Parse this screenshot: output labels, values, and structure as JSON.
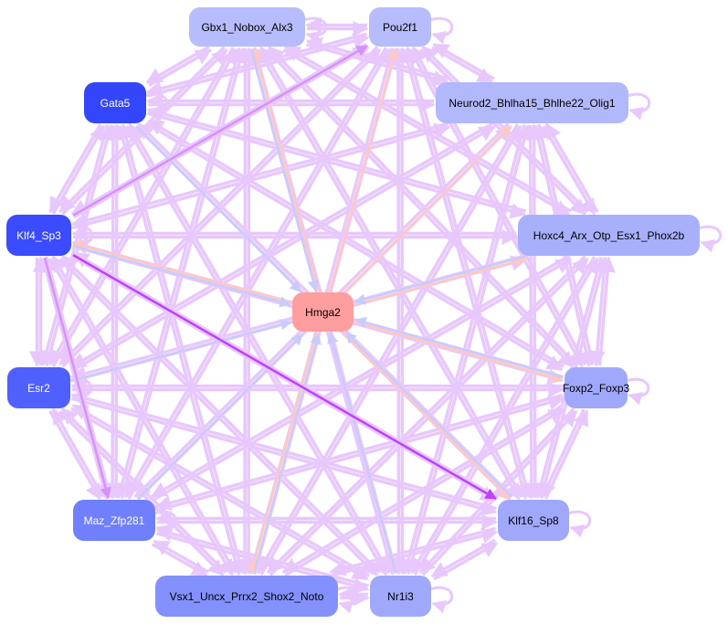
{
  "colors": {
    "background_edge": "#e8c8fc",
    "activating_edge": "#ffc8c0",
    "repressing_edge": "#c8ccfc",
    "strong_edge": "#c040ff",
    "medium_edge": "#d890ff"
  },
  "nodes": [
    {
      "id": "gbx1",
      "label": "Gbx1_Nobox_Alx3",
      "fill": "#b6bcfc",
      "text": "#000000"
    },
    {
      "id": "pou2f1",
      "label": "Pou2f1",
      "fill": "#b6bcfc",
      "text": "#000000"
    },
    {
      "id": "gata5",
      "label": "Gata5",
      "fill": "#3446fc",
      "text": "#ffffff"
    },
    {
      "id": "neurod2",
      "label": "Neurod2_Bhlha15_Bhlhe22_Olig1",
      "fill": "#b2b8fc",
      "text": "#000000"
    },
    {
      "id": "klf4",
      "label": "Klf4_Sp3",
      "fill": "#3a4cfd",
      "text": "#ffffff"
    },
    {
      "id": "hoxc4",
      "label": "Hoxc4_Arx_Otp_Esx1_Phox2b",
      "fill": "#a8b0fc",
      "text": "#000000"
    },
    {
      "id": "hmga2",
      "label": "Hmga2",
      "fill": "#ff9e9e",
      "text": "#000000"
    },
    {
      "id": "esr2",
      "label": "Esr2",
      "fill": "#5060fd",
      "text": "#ffffff"
    },
    {
      "id": "foxp2",
      "label": "Foxp2_Foxp3",
      "fill": "#a0a8fc",
      "text": "#000000"
    },
    {
      "id": "maz",
      "label": "Maz_Zfp281",
      "fill": "#7080fc",
      "text": "#ffffff"
    },
    {
      "id": "klf16",
      "label": "Klf16_Sp8",
      "fill": "#a0a8fc",
      "text": "#000000"
    },
    {
      "id": "vsx1",
      "label": "Vsx1_Uncx_Prrx2_Shox2_Noto",
      "fill": "#8490fb",
      "text": "#000000"
    },
    {
      "id": "nr1i3",
      "label": "Nr1i3",
      "fill": "#a0a8fc",
      "text": "#000000"
    }
  ],
  "background_network": "all-pairs-except-hmga2",
  "edges": [
    {
      "from": "hmga2",
      "to": "gbx1",
      "kind": "activating"
    },
    {
      "from": "gbx1",
      "to": "hmga2",
      "kind": "repressing"
    },
    {
      "from": "hmga2",
      "to": "pou2f1",
      "kind": "activating"
    },
    {
      "from": "hmga2",
      "to": "neurod2",
      "kind": "activating"
    },
    {
      "from": "hmga2",
      "to": "hoxc4",
      "kind": "activating"
    },
    {
      "from": "hoxc4",
      "to": "hmga2",
      "kind": "repressing"
    },
    {
      "from": "hmga2",
      "to": "klf4",
      "kind": "activating"
    },
    {
      "from": "klf4",
      "to": "hmga2",
      "kind": "repressing"
    },
    {
      "from": "gata5",
      "to": "hmga2",
      "kind": "repressing"
    },
    {
      "from": "esr2",
      "to": "hmga2",
      "kind": "repressing"
    },
    {
      "from": "maz",
      "to": "hmga2",
      "kind": "repressing"
    },
    {
      "from": "hmga2",
      "to": "vsx1",
      "kind": "activating"
    },
    {
      "from": "vsx1",
      "to": "hmga2",
      "kind": "repressing"
    },
    {
      "from": "nr1i3",
      "to": "hmga2",
      "kind": "repressing"
    },
    {
      "from": "hmga2",
      "to": "klf16",
      "kind": "activating"
    },
    {
      "from": "klf16",
      "to": "hmga2",
      "kind": "repressing"
    },
    {
      "from": "hmga2",
      "to": "foxp2",
      "kind": "activating"
    },
    {
      "from": "foxp2",
      "to": "hmga2",
      "kind": "repressing"
    },
    {
      "from": "klf4",
      "to": "klf16",
      "kind": "strong"
    },
    {
      "from": "klf4",
      "to": "maz",
      "kind": "medium"
    },
    {
      "from": "klf4",
      "to": "pou2f1",
      "kind": "medium"
    }
  ]
}
